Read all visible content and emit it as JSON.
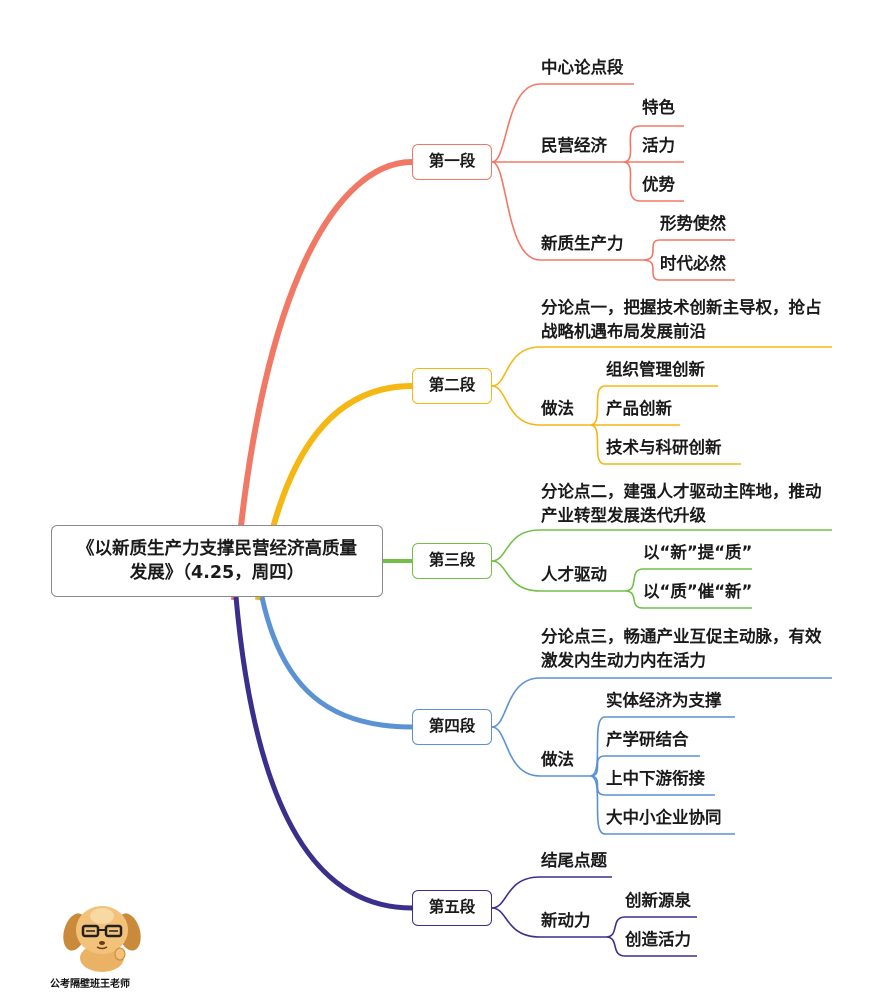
{
  "root": {
    "title_line1": "《以新质生产力支撑民营经济高质量",
    "title_line2": "发展》（4.25，周四）"
  },
  "colors": {
    "s1": "#f27866",
    "s2": "#f5b714",
    "s3": "#72c04a",
    "s4": "#5b92d3",
    "s5": "#3a2f8c"
  },
  "sections": [
    {
      "label": "第一段",
      "children": [
        {
          "label": "中心论点段"
        },
        {
          "label": "民营经济",
          "children": [
            "特色",
            "活力",
            "优势"
          ]
        },
        {
          "label": "新质生产力",
          "children": [
            "形势使然",
            "时代必然"
          ]
        }
      ]
    },
    {
      "label": "第二段",
      "children": [
        {
          "label": "分论点一，把握技术创新主导权，抢占战略机遇布局发展前沿"
        },
        {
          "label": "做法",
          "children": [
            "组织管理创新",
            "产品创新",
            "技术与科研创新"
          ]
        }
      ]
    },
    {
      "label": "第三段",
      "children": [
        {
          "label": "分论点二，建强人才驱动主阵地，推动产业转型发展迭代升级"
        },
        {
          "label": "人才驱动",
          "children": [
            "以“新”提“质”",
            "以“质”催“新”"
          ]
        }
      ]
    },
    {
      "label": "第四段",
      "children": [
        {
          "label": "分论点三，畅通产业互促主动脉，有效激发内生动力内在活力"
        },
        {
          "label": "做法",
          "children": [
            "实体经济为支撑",
            "产学研结合",
            "上中下游衔接",
            "大中小企业协同"
          ]
        }
      ]
    },
    {
      "label": "第五段",
      "children": [
        {
          "label": "结尾点题"
        },
        {
          "label": "新动力",
          "children": [
            "创新源泉",
            "创造活力"
          ]
        }
      ]
    }
  ],
  "mascot": {
    "icon": "cartoon-dog-with-glasses-icon"
  },
  "credit": "公考隔壁班王老师"
}
